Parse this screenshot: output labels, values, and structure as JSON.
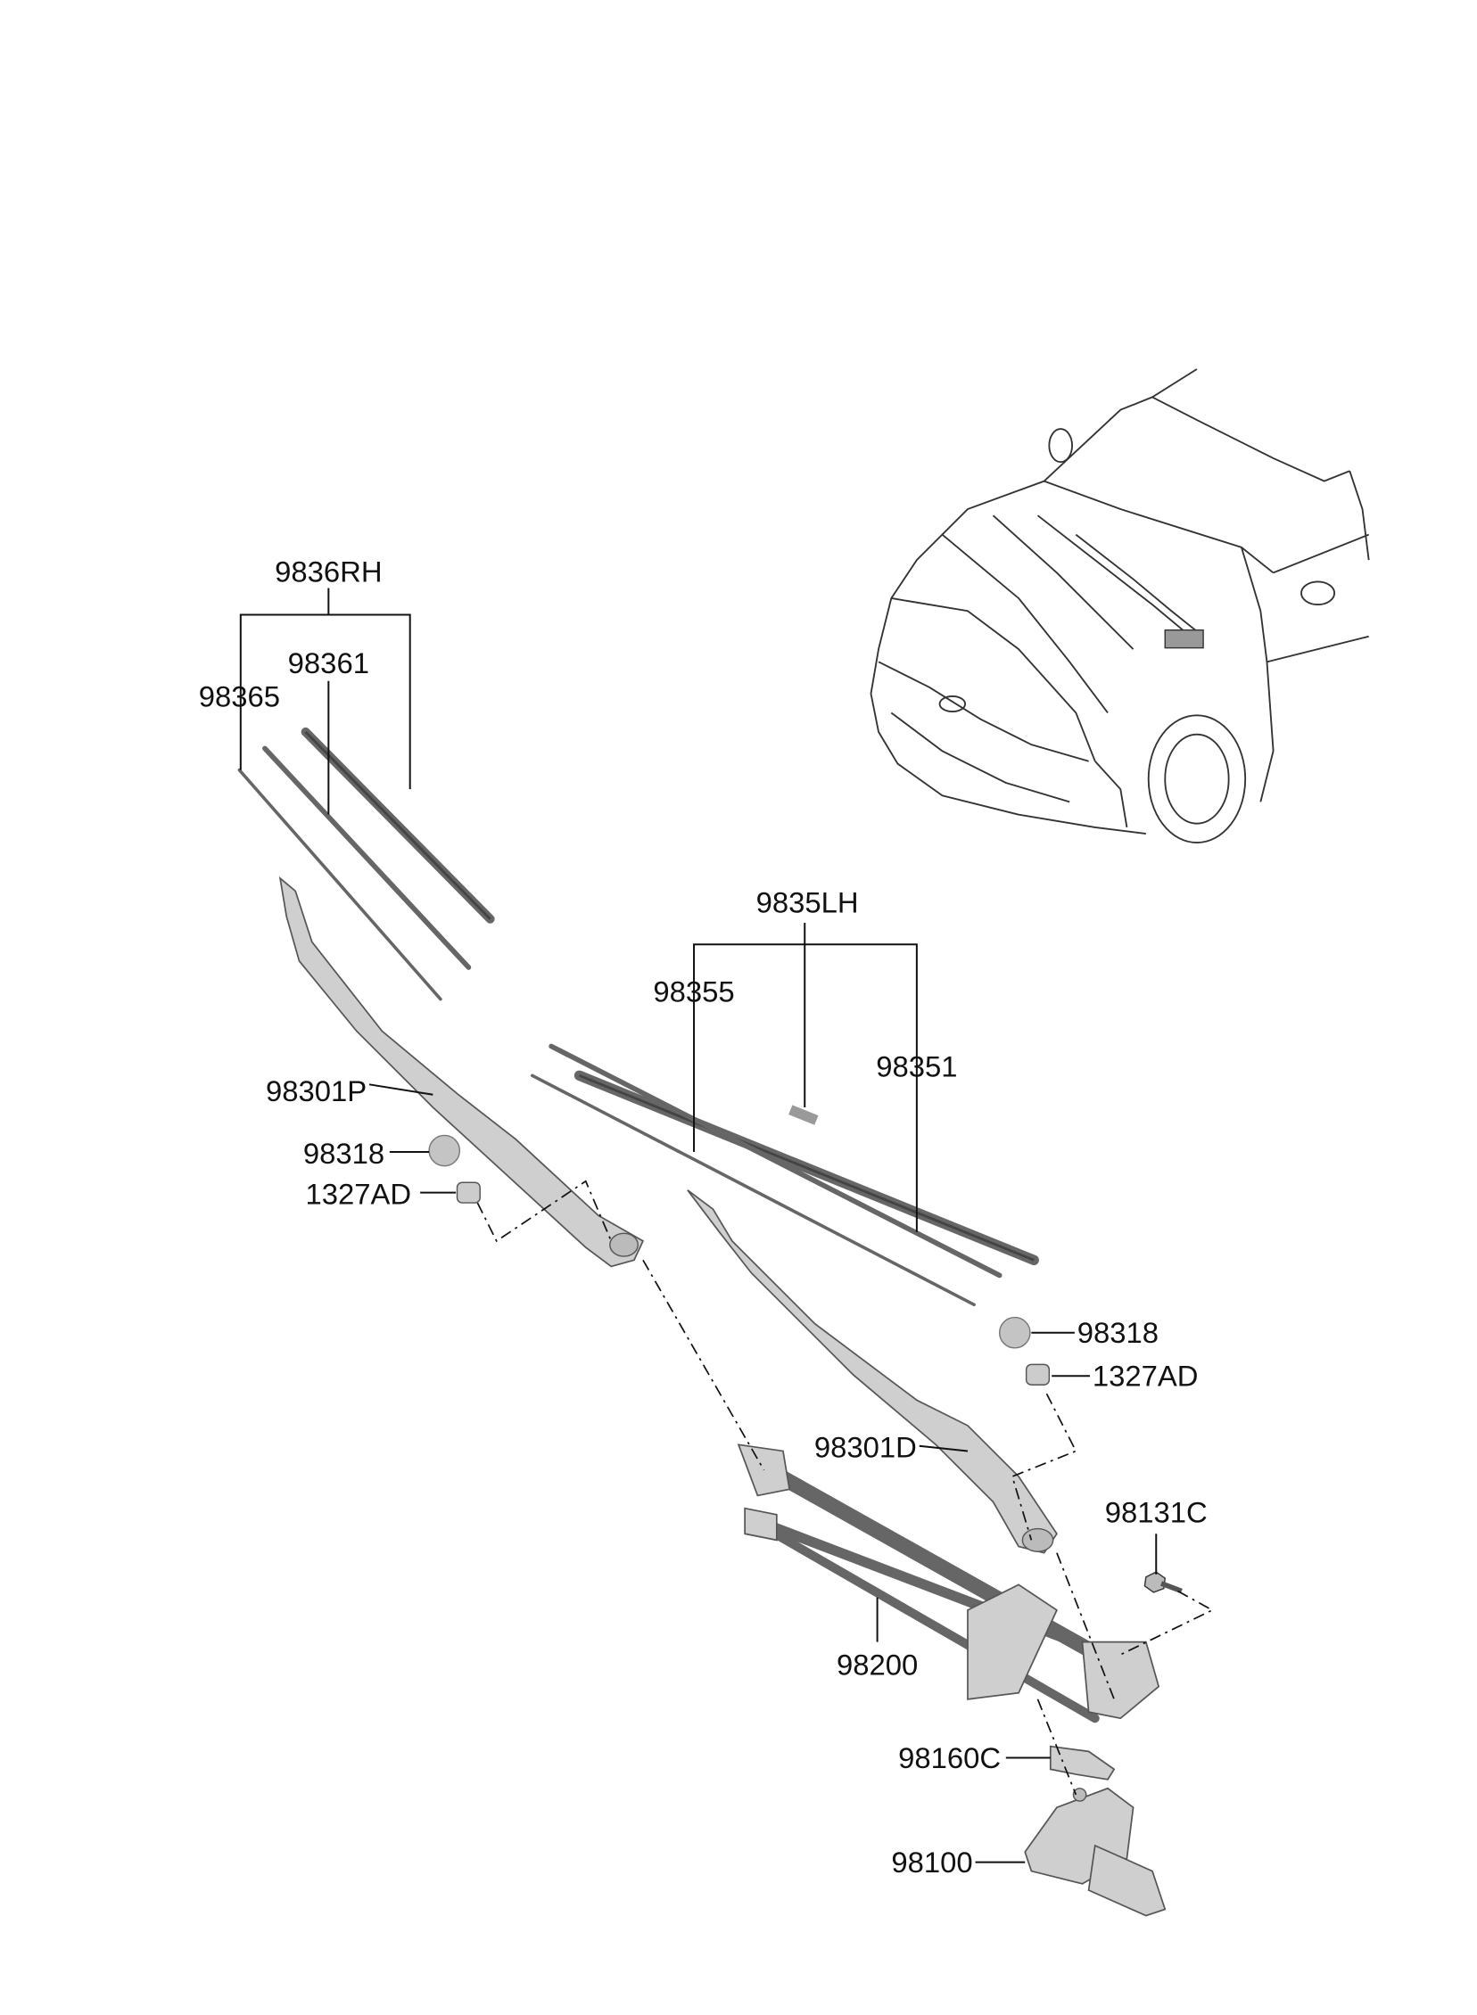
{
  "diagram": {
    "labels": {
      "rh_blade_assy": "9836RH",
      "rh_blade": "98361",
      "rh_refill": "98365",
      "lh_blade_assy": "9835LH",
      "lh_refill": "98355",
      "lh_blade": "98351",
      "arm_passenger": "98301P",
      "cap_left": "98318",
      "nut_left": "1327AD",
      "cap_right": "98318",
      "nut_right": "1327AD",
      "arm_driver": "98301D",
      "bolt": "98131C",
      "linkage": "98200",
      "crank": "98160C",
      "motor": "98100"
    },
    "colors": {
      "part": "#cfcfcf",
      "line": "#111111"
    }
  }
}
